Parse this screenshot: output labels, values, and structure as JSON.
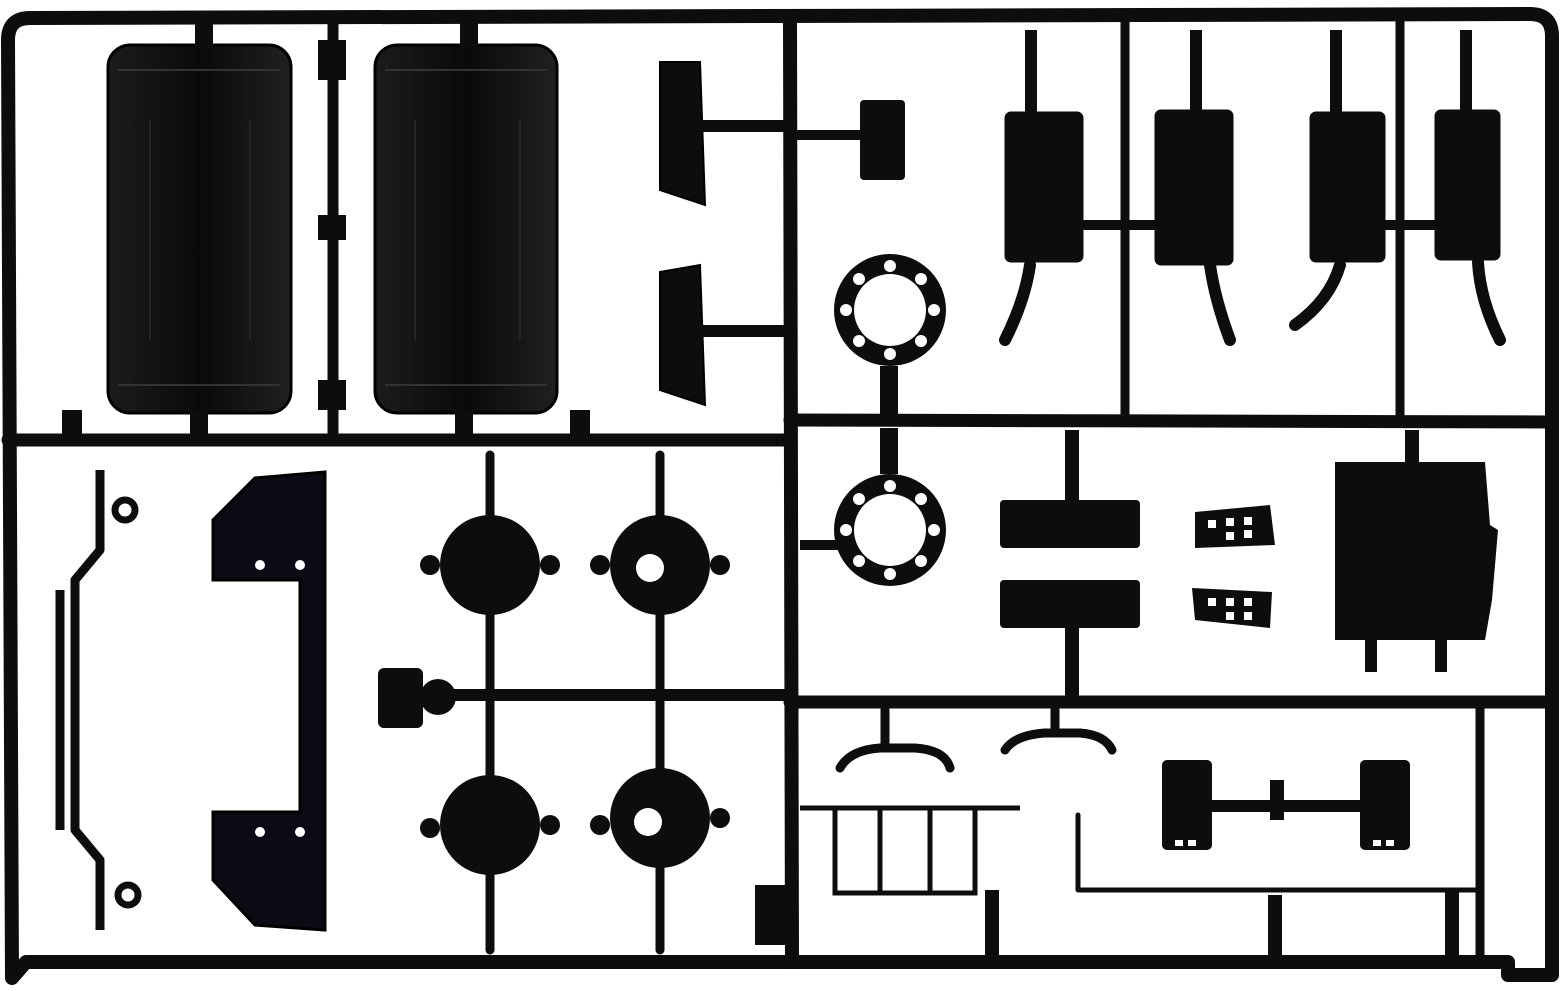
{
  "image": {
    "subject": "model-kit-sprue",
    "material_color": "#0d0d0d",
    "background_color": "#ffffff",
    "highlight_color": "#2a2a2a",
    "sections": [
      {
        "name": "fenders"
      },
      {
        "name": "mirrors"
      },
      {
        "name": "exhausts"
      },
      {
        "name": "chassis-rails"
      },
      {
        "name": "hubs"
      },
      {
        "name": "wheel-nut-rings"
      },
      {
        "name": "steps-and-battery-box"
      },
      {
        "name": "small-brackets"
      }
    ]
  }
}
